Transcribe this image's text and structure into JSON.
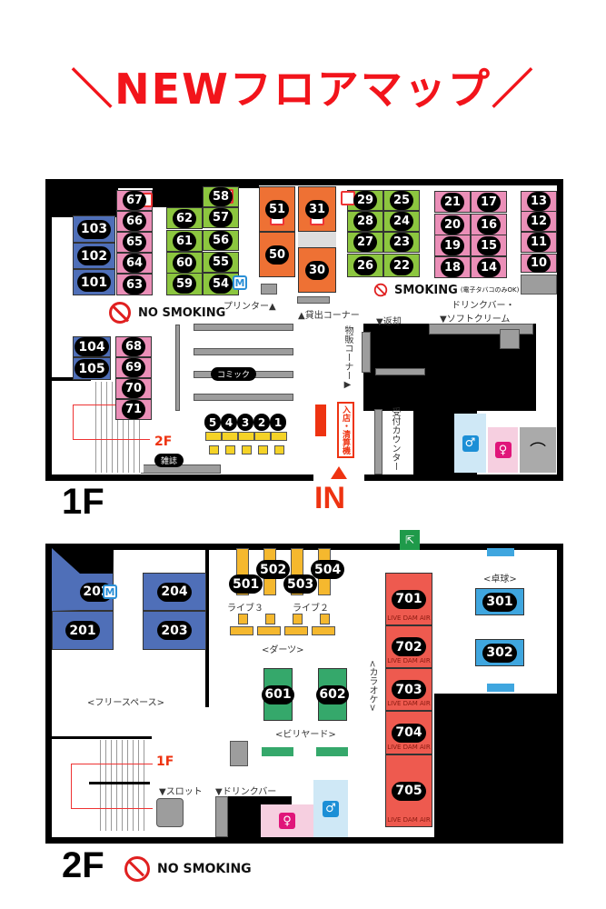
{
  "title": "＼NEWフロアマップ／",
  "floor1": {
    "label": "1F",
    "booths": [
      "103",
      "102",
      "101",
      "67",
      "66",
      "65",
      "64",
      "63",
      "62",
      "61",
      "60",
      "59",
      "58",
      "57",
      "56",
      "55",
      "54",
      "51",
      "50",
      "31",
      "30",
      "29",
      "28",
      "27",
      "26",
      "25",
      "24",
      "23",
      "22",
      "21",
      "20",
      "19",
      "18",
      "17",
      "16",
      "15",
      "14",
      "13",
      "12",
      "11",
      "10",
      "104",
      "105",
      "68",
      "69",
      "70",
      "71"
    ],
    "counter_seats": [
      "5",
      "4",
      "3",
      "2",
      "1"
    ],
    "no_smoking": "NO SMOKING",
    "smoking": "SMOKING",
    "smoking_note": "(電子タバコのみOK)",
    "printer": "プリンター▲",
    "lending": "▲貸出コーナー",
    "return": "▼返却",
    "drink_bar": "ドリンクバー・",
    "soft_cream": "▼ソフトクリーム",
    "goods": "物販コーナー▶",
    "comic": "コミック",
    "magazine": "雑誌",
    "stairs_to": "2F",
    "checkin": "入店・清算機",
    "reception": "受付カウンター",
    "entrance": "IN",
    "member_mark": "M"
  },
  "floor2": {
    "label": "2F",
    "booths": [
      "202",
      "201",
      "204",
      "203"
    ],
    "darts": [
      "501",
      "502",
      "503",
      "504"
    ],
    "live3": "ライブ３",
    "live2": "ライブ２",
    "darts_label": "<ダーツ>",
    "billiards": [
      "601",
      "602"
    ],
    "billiards_label": "<ビリヤード>",
    "karaoke_label": "<カラオケ>",
    "karaoke": [
      "701",
      "702",
      "703",
      "704",
      "705"
    ],
    "karaoke_model": "LIVE DAM AIR",
    "table_tennis_label": "<卓球>",
    "table_tennis": [
      "301",
      "302"
    ],
    "free_space": "<フリースペース>",
    "stairs_to": "1F",
    "slot": "▼スロット",
    "drink_bar": "▼ドリンクバー",
    "no_smoking": "NO SMOKING",
    "member_mark": "M"
  },
  "colors": {
    "title": "#f2141b",
    "blue": "#4f6fb8",
    "pink": "#eb8fb8",
    "green": "#8cc63f",
    "orange": "#ee7134",
    "karaoke": "#ee5a4f",
    "billiards": "#35a86b",
    "table_tennis": "#3fa6df",
    "darts": "#f5b82e"
  }
}
